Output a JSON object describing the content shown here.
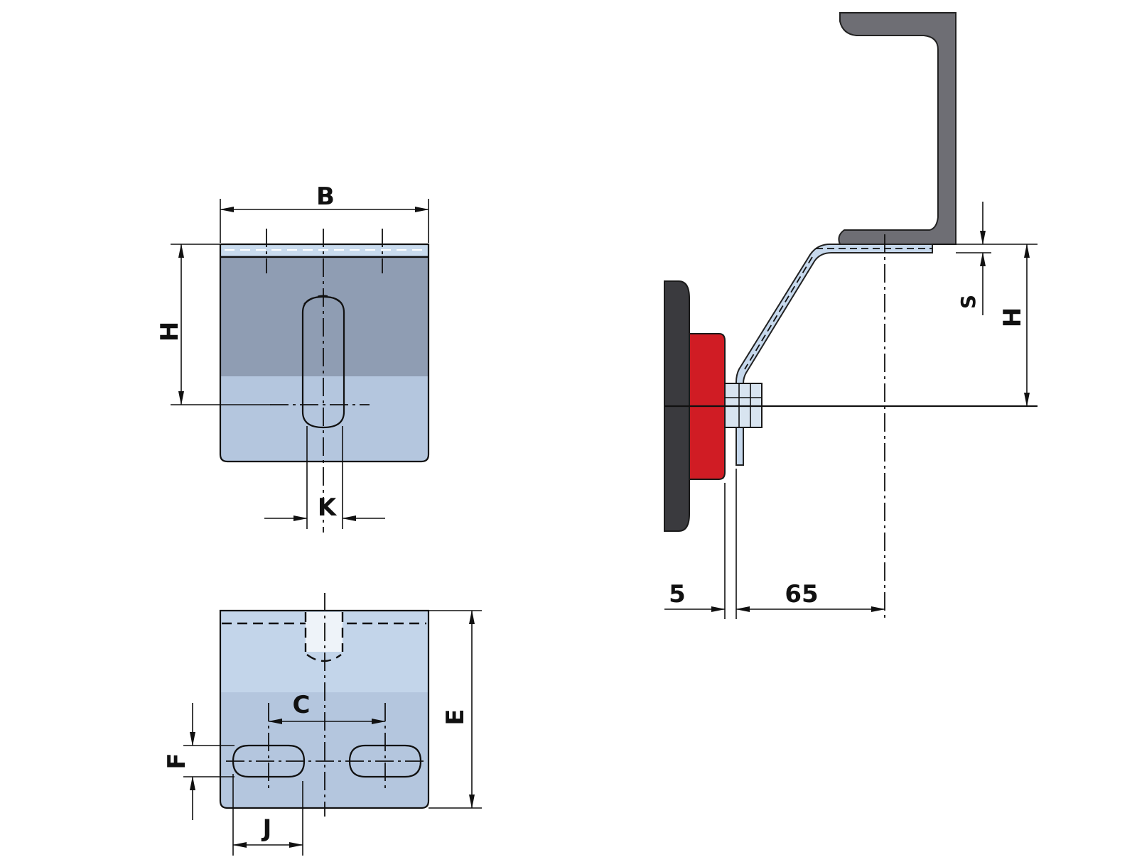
{
  "labels": {
    "B": "B",
    "H_front": "H",
    "K": "K",
    "C": "C",
    "E": "E",
    "F": "F",
    "J": "J",
    "S": "S",
    "H_side": "H",
    "dim_5": "5",
    "dim_65": "65"
  },
  "colors": {
    "plate_upper": "#8f9db3",
    "plate_lower": "#b4c6de",
    "plate_light": "#c3d5ea",
    "rail": "#6e6e74",
    "rubber_disc": "#3a3a3e",
    "pad": "#d01c24",
    "bolt": "#d8e4f0",
    "line": "#111111"
  }
}
